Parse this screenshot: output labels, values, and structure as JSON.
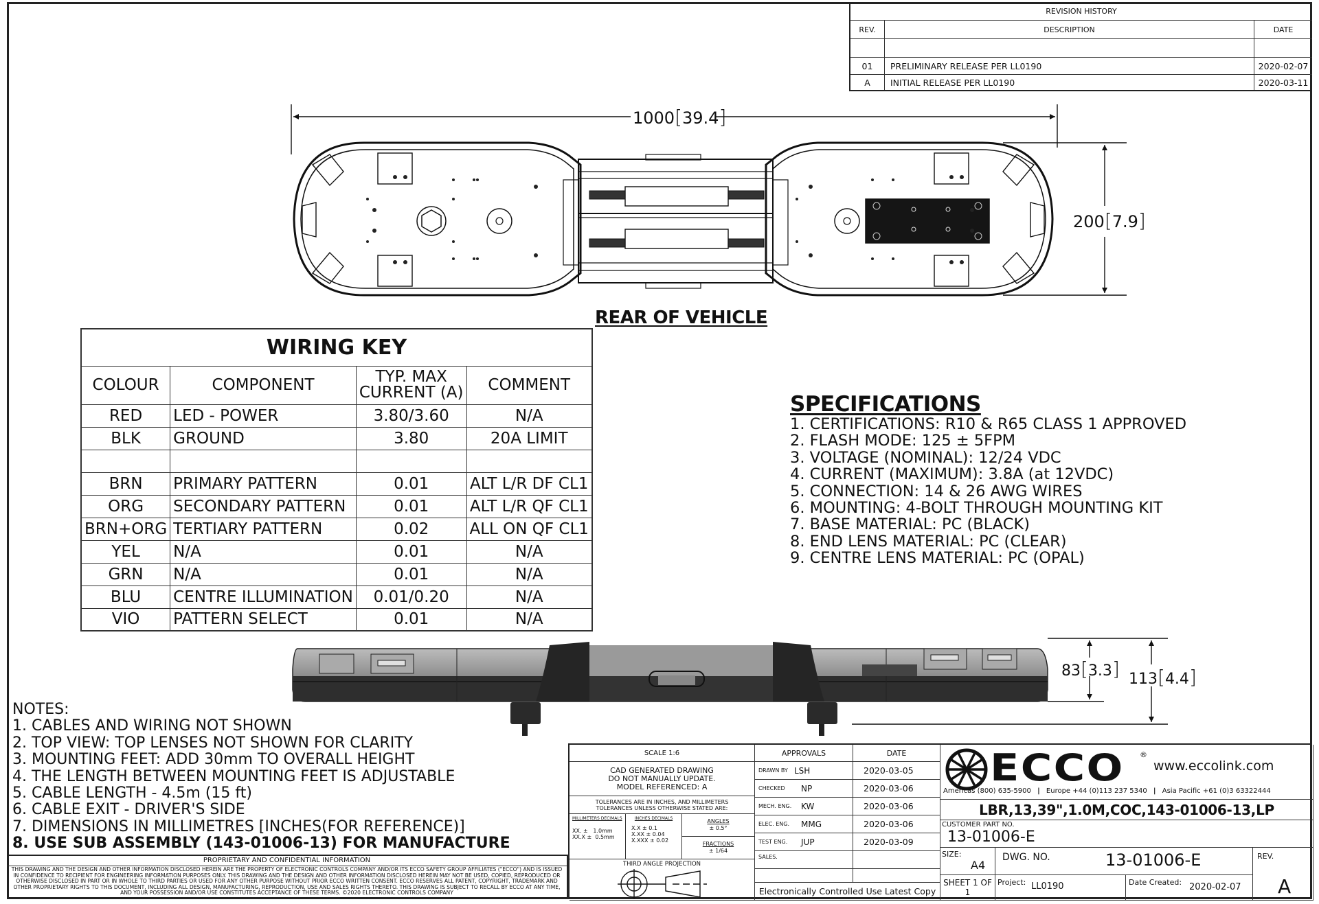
{
  "revision_history": {
    "title": "REVISION HISTORY",
    "headers": {
      "rev": "REV.",
      "description": "DESCRIPTION",
      "date": "DATE"
    },
    "rows": [
      {
        "rev": "",
        "description": "",
        "date": ""
      },
      {
        "rev": "01",
        "description": "PRELIMINARY RELEASE PER LL0190",
        "date": "2020-02-07"
      },
      {
        "rev": "A",
        "description": "INITIAL RELEASE PER LL0190",
        "date": "2020-03-11"
      }
    ]
  },
  "top_view": {
    "width_dim": "1000",
    "width_dim_in": "39.4",
    "depth_dim": "200",
    "depth_dim_in": "7.9",
    "caption": "REAR OF VEHICLE"
  },
  "side_view": {
    "height_dim": "83",
    "height_dim_in": "3.3",
    "overall_dim": "113",
    "overall_dim_in": "4.4"
  },
  "wiring_key": {
    "title": "WIRING KEY",
    "headers": {
      "colour": "COLOUR",
      "component": "COMPONENT",
      "current_1": "TYP. MAX",
      "current_2": "CURRENT (A)",
      "comment": "COMMENT"
    },
    "rows": [
      {
        "colour": "RED",
        "component": "LED - POWER",
        "current": "3.80/3.60",
        "comment": "N/A"
      },
      {
        "colour": "BLK",
        "component": "GROUND",
        "current": "3.80",
        "comment": "20A LIMIT"
      },
      {
        "colour": "",
        "component": "",
        "current": "",
        "comment": ""
      },
      {
        "colour": "BRN",
        "component": "PRIMARY PATTERN",
        "current": "0.01",
        "comment": "ALT L/R DF CL1"
      },
      {
        "colour": "ORG",
        "component": "SECONDARY PATTERN",
        "current": "0.01",
        "comment": "ALT L/R QF CL1"
      },
      {
        "colour": "BRN+ORG",
        "component": "TERTIARY PATTERN",
        "current": "0.02",
        "comment": "ALL ON QF CL1"
      },
      {
        "colour": "YEL",
        "component": "N/A",
        "current": "0.01",
        "comment": "N/A"
      },
      {
        "colour": "GRN",
        "component": "N/A",
        "current": "0.01",
        "comment": "N/A"
      },
      {
        "colour": "BLU",
        "component": "CENTRE ILLUMINATION",
        "current": "0.01/0.20",
        "comment": "N/A"
      },
      {
        "colour": "VIO",
        "component": "PATTERN SELECT",
        "current": "0.01",
        "comment": "N/A"
      }
    ]
  },
  "specifications": {
    "title": "SPECIFICATIONS",
    "items": [
      "1. CERTIFICATIONS: R10 & R65 CLASS 1 APPROVED",
      "2. FLASH MODE: 125 ± 5FPM",
      "3. VOLTAGE (NOMINAL): 12/24 VDC",
      "4. CURRENT (MAXIMUM): 3.8A (at 12VDC)",
      "5. CONNECTION: 14 & 26 AWG WIRES",
      "6. MOUNTING: 4-BOLT THROUGH MOUNTING KIT",
      "7. BASE MATERIAL: PC (BLACK)",
      "8. END LENS MATERIAL: PC (CLEAR)",
      "9. CENTRE LENS MATERIAL: PC (OPAL)"
    ]
  },
  "notes": {
    "title": "NOTES:",
    "items": [
      "1. CABLES AND WIRING NOT SHOWN",
      "2. TOP VIEW: TOP LENSES NOT SHOWN FOR CLARITY",
      "3. MOUNTING FEET:  ADD 30mm TO OVERALL HEIGHT",
      "4. THE LENGTH BETWEEN MOUNTING FEET IS ADJUSTABLE",
      "5. CABLE LENGTH - 4.5m (15 ft)",
      "6. CABLE EXIT - DRIVER'S SIDE",
      "7. DIMENSIONS IN MILLIMETRES [INCHES(FOR REFERENCE)]",
      "8. USE SUB ASSEMBLY (143-01006-13) FOR MANUFACTURE"
    ]
  },
  "proprietary": {
    "title": "PROPRIETARY AND CONFIDENTIAL INFORMATION",
    "body": "THIS DRAWING AND THE DESIGN AND OTHER INFORMATION DISCLOSED HEREIN ARE THE PROPERTY OF ELECTRONIC CONTROLS COMPANY AND/OR ITS ECCO SAFETY GROUP AFFILIATES (\"ECCO\") AND IS ISSUED IN CONFIDENCE TO RECIPIENT FOR ENGINEERING INFORMATION PURPOSES ONLY. THIS DRAWING AND THE DESIGN AND OTHER INFORMATION DISCLOSED HEREIN MAY NOT BE USED, COPIED, REPRODUCED OR OTHERWISE DISCLOSED IN PART OR IN WHOLE TO THIRD PARTIES OR USED FOR ANY OTHER PURPOSE WITHOUT PRIOR ECCO WRITTEN CONSENT.  ECCO RESERVES ALL PATENT, COPYRIGHT, TRADEMARK AND OTHER PROPRIETARY RIGHTS TO THIS DOCUMENT, INCLUDING ALL DESIGN, MANUFACTURING, REPRODUCTION, USE AND SALES RIGHTS THERETO.  THIS DRAWING IS SUBJECT TO RECALL BY ECCO AT ANY TIME, AND YOUR POSSESSION AND/OR USE CONSTITUTES ACCEPTANCE OF THESE TERMS.  ©2020 ELECTRONIC CONTROLS COMPANY"
  },
  "title_block": {
    "scale": "SCALE 1:6",
    "cad_note_1": "CAD GENERATED DRAWING",
    "cad_note_2": "DO NOT MANUALLY UPDATE.",
    "cad_note_3": "MODEL REFERENCED: A",
    "tol_note_1": "TOLERANCES ARE IN INCHES, AND MILLIMETERS",
    "tol_note_2": "TOLERANCES UNLESS OTHERWISE STATED ARE:",
    "mm_decimals_label": "MILLIMETERS DECIMALS",
    "mm_decimals_1": "XX. ±   1.0mm",
    "mm_decimals_2": "XX.X ±  0.5mm",
    "in_decimals_label": "INCHES DECIMALS",
    "in_decimals_1": "X.X ± 0.1",
    "in_decimals_2": "X.XX ± 0.04",
    "in_decimals_3": "X.XXX ± 0.02",
    "angles_label": "ANGLES",
    "angles_value": "± 0.5°",
    "fractions_label": "FRACTIONS",
    "fractions_value": "± 1/64",
    "projection_label": "THIRD ANGLE PROJECTION",
    "approvals_header": "APPROVALS",
    "date_header": "DATE",
    "approvals": [
      {
        "role": "DRAWN BY",
        "initials": "LSH",
        "date": "2020-03-05"
      },
      {
        "role": "CHECKED",
        "initials": "NP",
        "date": "2020-03-06"
      },
      {
        "role": "MECH. ENG.",
        "initials": "KW",
        "date": "2020-03-06"
      },
      {
        "role": "ELEC. ENG.",
        "initials": "MMG",
        "date": "2020-03-06"
      },
      {
        "role": "TEST ENG.",
        "initials": "JUP",
        "date": "2020-03-09"
      },
      {
        "role": "SALES.",
        "initials": "",
        "date": ""
      },
      {
        "role": "",
        "initials": "",
        "date": ""
      }
    ],
    "controlled_note": "Electronically Controlled Use Latest Copy",
    "brand": "ECCO",
    "brand_reg": "®",
    "website": "www.eccolink.com",
    "phones": [
      {
        "region": "Americas",
        "number": "(800) 635-5900"
      },
      {
        "region": "Europe",
        "number": "+44 (0)113 237 5340"
      },
      {
        "region": "Asia Pacific",
        "number": "+61 (0)3 63322444"
      }
    ],
    "part_description": "LBR,13,39\",1.0M,COC,143-01006-13,LP",
    "customer_part_label": "CUSTOMER PART NO.",
    "customer_part_no": "13-01006-E",
    "size_label": "SIZE:",
    "size_value": "A4",
    "dwg_no_label": "DWG.  NO.",
    "dwg_no": "13-01006-E",
    "rev_label": "REV.",
    "rev_value": "A",
    "sheet": "SHEET 1 OF 1",
    "project_label": "Project:",
    "project_value": "LL0190",
    "date_created_label": "Date Created:",
    "date_created_value": "2020-02-07"
  }
}
